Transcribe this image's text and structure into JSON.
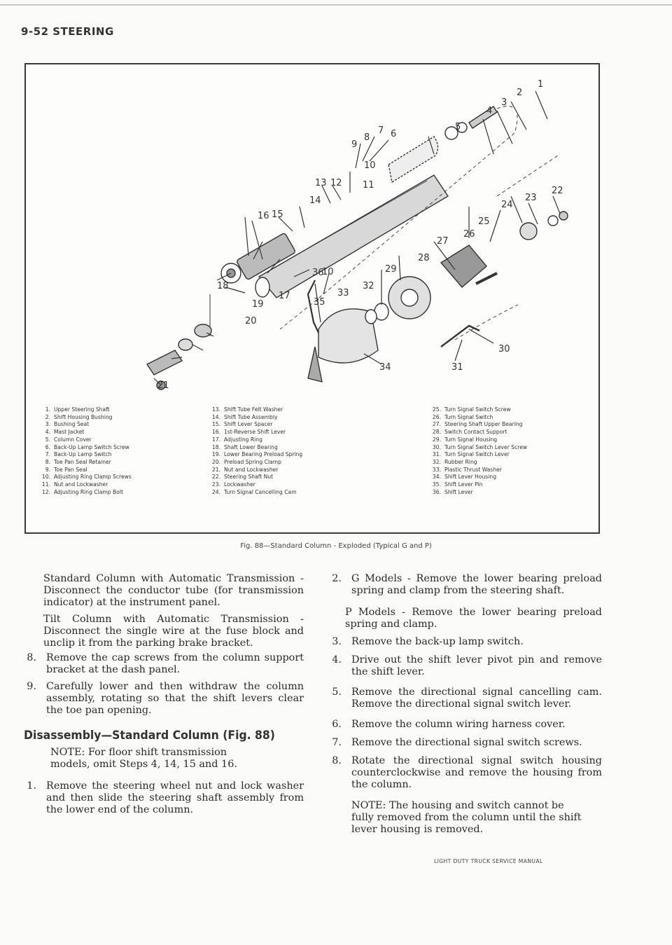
{
  "page": {
    "header": "9-52 STEERING",
    "footer": "LIGHT DUTY TRUCK SERVICE MANUAL"
  },
  "figure": {
    "caption": "Fig. 88—Standard Column - Exploded (Typical G and P)",
    "callouts": [
      "1",
      "2",
      "3",
      "4",
      "5",
      "6",
      "7",
      "8",
      "9",
      "10",
      "11",
      "12",
      "13",
      "14",
      "15",
      "16",
      "17",
      "18",
      "19",
      "20",
      "21",
      "22",
      "23",
      "24",
      "25",
      "26",
      "27",
      "28",
      "29",
      "30",
      "31",
      "32",
      "33",
      "34",
      "35",
      "36",
      "10"
    ],
    "legend_col1": [
      {
        "num": "1.",
        "text": "Upper Steering Shaft"
      },
      {
        "num": "2.",
        "text": "Shift Housing Bushing"
      },
      {
        "num": "3.",
        "text": "Bushing Seat"
      },
      {
        "num": "4.",
        "text": "Mast Jacket"
      },
      {
        "num": "5.",
        "text": "Column Cover"
      },
      {
        "num": "6.",
        "text": "Back-Up Lamp Switch Screw"
      },
      {
        "num": "7.",
        "text": "Back-Up Lamp Switch"
      },
      {
        "num": "8.",
        "text": "Toe Pan Seal Retainer"
      },
      {
        "num": "9.",
        "text": "Toe Pan Seal"
      },
      {
        "num": "10.",
        "text": "Adjusting Ring Clamp Screws"
      },
      {
        "num": "11.",
        "text": "Nut and Lockwasher"
      },
      {
        "num": "12.",
        "text": "Adjusting Ring Clamp Bolt"
      }
    ],
    "legend_col2": [
      {
        "num": "13.",
        "text": "Shift Tube Felt Washer"
      },
      {
        "num": "14.",
        "text": "Shift Tube Assembly"
      },
      {
        "num": "15.",
        "text": "Shift Lever Spacer"
      },
      {
        "num": "16.",
        "text": "1st-Reverse Shift Lever"
      },
      {
        "num": "17.",
        "text": "Adjusting Ring"
      },
      {
        "num": "18.",
        "text": "Shaft Lower Bearing"
      },
      {
        "num": "19.",
        "text": "Lower Bearing Preload Spring"
      },
      {
        "num": "20.",
        "text": "Preload Spring Clamp"
      },
      {
        "num": "21.",
        "text": "Nut and Lockwasher"
      },
      {
        "num": "22.",
        "text": "Steering Shaft Nut"
      },
      {
        "num": "23.",
        "text": "Lockwasher"
      },
      {
        "num": "24.",
        "text": "Turn Signal Cancelling Cam"
      }
    ],
    "legend_col3": [
      {
        "num": "25.",
        "text": "Turn Signal Switch Screw"
      },
      {
        "num": "26.",
        "text": "Turn Signal Switch"
      },
      {
        "num": "27.",
        "text": "Steering Shaft Upper Bearing"
      },
      {
        "num": "28.",
        "text": "Switch Contact Support"
      },
      {
        "num": "29.",
        "text": "Turn Signal Housing"
      },
      {
        "num": "30.",
        "text": "Turn Signal Switch Lever Screw"
      },
      {
        "num": "31.",
        "text": "Turn Signal Switch Lever"
      },
      {
        "num": "32.",
        "text": "Rubber Ring"
      },
      {
        "num": "33.",
        "text": "Plastic Thrust Washer"
      },
      {
        "num": "34.",
        "text": "Shift Lever Housing"
      },
      {
        "num": "35.",
        "text": "Shift Lever Pin"
      },
      {
        "num": "36.",
        "text": "Shift Lever"
      }
    ]
  },
  "left_column": {
    "para1": "Standard Column with Automatic Transmission - Disconnect the conductor tube (for transmission indicator) at the instrument panel.",
    "para2": "Tilt Column with Automatic Transmission - Disconnect the single wire at the fuse block and unclip it from the parking brake bracket.",
    "steps": [
      {
        "num": "8.",
        "text": "Remove the cap screws from the column support bracket at the dash panel."
      },
      {
        "num": "9.",
        "text": "Carefully lower and then withdraw the column assembly, rotating so that the shift levers clear the toe pan opening."
      }
    ],
    "heading": "Disassembly—Standard Column (Fig. 88)",
    "note": "NOTE: For floor shift transmission models, omit Steps 4, 14, 15 and 16.",
    "step1": {
      "num": "1.",
      "text": "Remove the steering wheel nut and lock washer and then slide the steering shaft assembly from the lower end of the column."
    }
  },
  "right_column": {
    "step2": {
      "num": "2.",
      "text": "G Models - Remove the lower bearing preload spring and clamp from the steering shaft."
    },
    "step2b": "P Models - Remove the lower bearing preload spring and clamp.",
    "steps": [
      {
        "num": "3.",
        "text": "Remove the back-up lamp switch."
      },
      {
        "num": "4.",
        "text": "Drive out the shift lever pivot pin and remove the shift lever."
      },
      {
        "num": "5.",
        "text": "Remove the directional signal cancelling cam. Remove the directional signal switch lever."
      },
      {
        "num": "6.",
        "text": "Remove the column wiring harness cover."
      },
      {
        "num": "7.",
        "text": "Remove the directional signal switch screws."
      },
      {
        "num": "8.",
        "text": "Rotate the directional signal switch housing counterclockwise and remove the housing from the column."
      }
    ],
    "note": "NOTE: The housing and switch cannot be fully removed from the column until the shift lever housing is removed."
  },
  "colors": {
    "ink": "#2a2a2a",
    "rule": "#3a3a3a"
  }
}
